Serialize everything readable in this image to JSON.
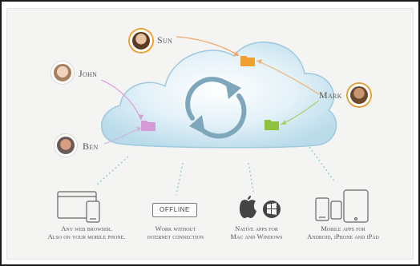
{
  "users": {
    "sun": "Sun",
    "john": "John",
    "mark": "Mark",
    "ben": "Ben"
  },
  "offline_badge": "OFFLINE",
  "features": [
    {
      "line1": "Any web browser.",
      "line2": "Also on your mobile phone."
    },
    {
      "line1": "Work without",
      "line2": "internet connection"
    },
    {
      "line1": "Native apps for",
      "line2": "Mac and Windows"
    },
    {
      "line1": "Mobile apps for",
      "line2": "Android, iPhone and iPad"
    }
  ],
  "colors": {
    "cloud": "#cfe7f3",
    "sync": "#7fa7bb",
    "folder_orange": "#f0a030",
    "folder_purple": "#d79ad8",
    "folder_green": "#8fc23d",
    "arrow_sun": "#f0a76a",
    "arrow_john": "#d9a0d9",
    "arrow_mark_green": "#a8cf6a",
    "arrow_ben": "#cfb5dd",
    "dotted": "#8ccdb9"
  },
  "icons": [
    "browser-phone-icon",
    "offline-badge",
    "apple-icon",
    "windows-icon",
    "mobile-devices-icon",
    "sync-icon",
    "folder-icon"
  ]
}
